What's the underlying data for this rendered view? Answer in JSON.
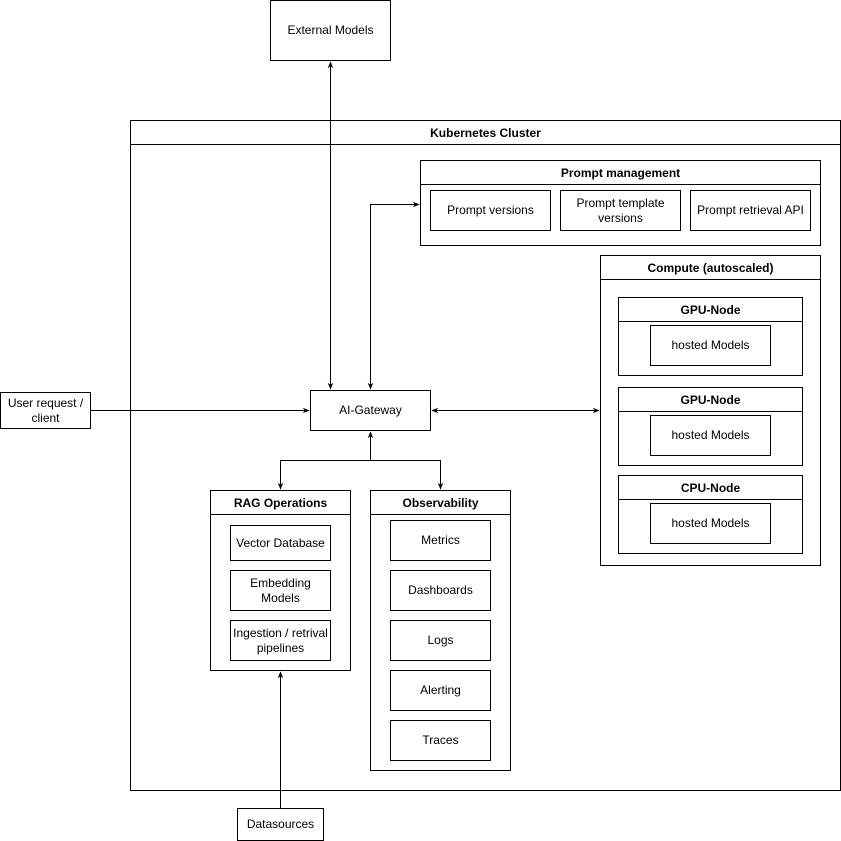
{
  "external_models": "External Models",
  "cluster": {
    "title": "Kubernetes Cluster"
  },
  "prompt": {
    "title": "Prompt management",
    "items": [
      "Prompt versions",
      "Prompt template versions",
      "Prompt retrieval API"
    ]
  },
  "compute": {
    "title": "Compute (autoscaled)",
    "nodes": [
      {
        "title": "GPU-Node",
        "item": "hosted Models"
      },
      {
        "title": "GPU-Node",
        "item": "hosted Models"
      },
      {
        "title": "CPU-Node",
        "item": "hosted Models"
      }
    ]
  },
  "gateway": "AI-Gateway",
  "user": "User request / client",
  "rag": {
    "title": "RAG Operations",
    "items": [
      "Vector Database",
      "Embedding Models",
      "Ingestion / retrival pipelines"
    ]
  },
  "observability": {
    "title": "Observability",
    "items": [
      "Metrics",
      "Dashboards",
      "Logs",
      "Alerting",
      "Traces"
    ]
  },
  "datasources": "Datasources"
}
